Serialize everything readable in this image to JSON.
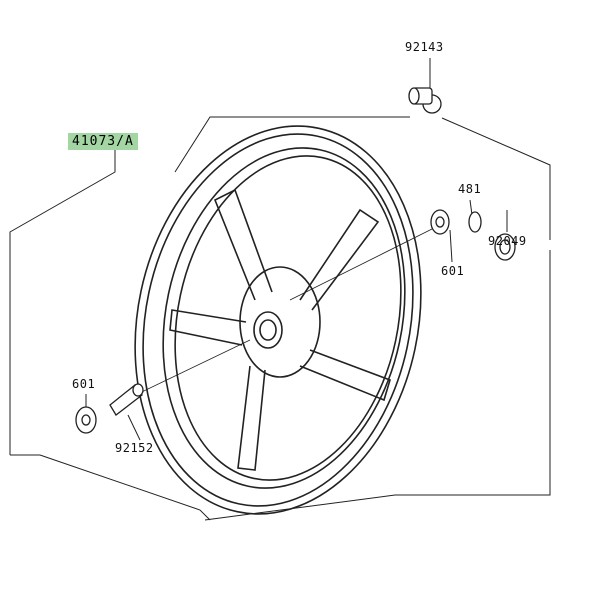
{
  "main_part": {
    "number": "41073/A",
    "highlight_color": "#a3d6a3"
  },
  "parts": [
    {
      "number": "92143"
    },
    {
      "number": "481"
    },
    {
      "number": "92049"
    },
    {
      "number": "601"
    },
    {
      "number": "601"
    },
    {
      "number": "92152"
    }
  ]
}
